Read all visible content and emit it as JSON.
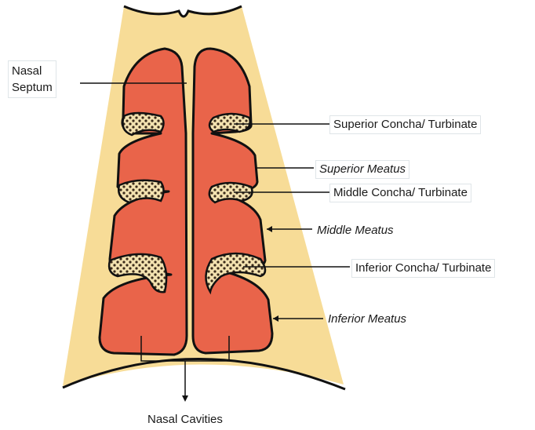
{
  "labels": {
    "nasal_septum_line1": "Nasal",
    "nasal_septum_line2": "Septum",
    "superior_concha": "Superior Concha/ Turbinate",
    "superior_meatus": "Superior Meatus",
    "middle_concha": "Middle Concha/ Turbinate",
    "middle_meatus": "Middle Meatus",
    "inferior_concha": "Inferior Concha/ Turbinate",
    "inferior_meatus": "Inferior Meatus",
    "nasal_cavities": "Nasal Cavities"
  },
  "colors": {
    "background_tissue": "#f7dc97",
    "cavity_fill": "#e9644a",
    "concha_bone": "#f3e2b0",
    "outline": "#111111",
    "label_border": "#dfe5e8"
  }
}
